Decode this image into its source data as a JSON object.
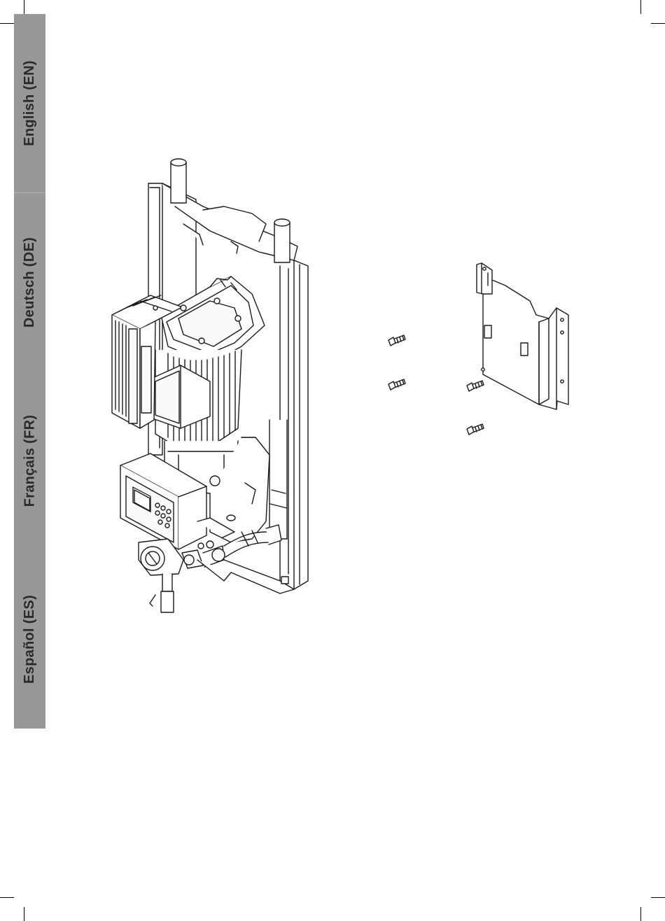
{
  "language_tabs": [
    {
      "label": "English (EN)"
    },
    {
      "label": "Deutsch (DE)"
    },
    {
      "label": "Français (FR)"
    },
    {
      "label": "Español (ES)"
    }
  ],
  "figure": {
    "subject": "pump unit with wall-mounting bracket and bolts",
    "bolts_count": 4
  },
  "colors": {
    "tab_background": "#989898",
    "tab_text": "#2a2a2a",
    "line_art": "#1a1a1a"
  }
}
